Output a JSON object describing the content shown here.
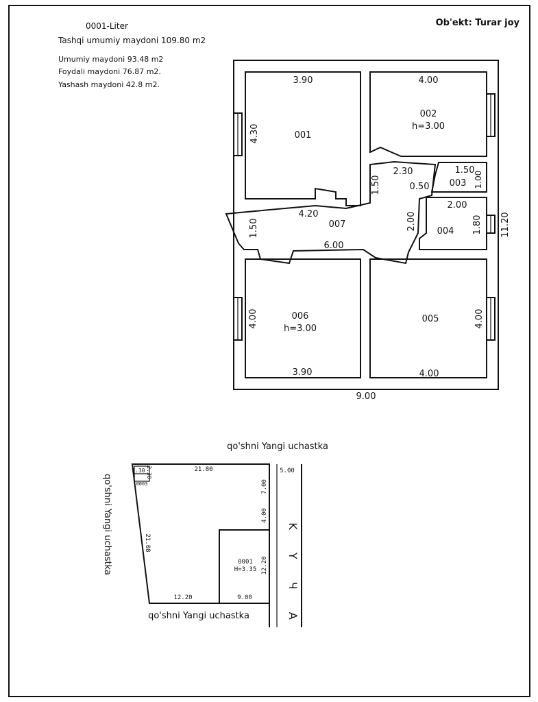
{
  "header": {
    "liter": "0001-Liter",
    "tashqi_area": "Tashqi  umumiy maydoni 109.80 m2",
    "umumiy_area": "Umumiy maydoni 93.48   m2",
    "foydali_area": "Foydali maydoni 76.87  m2.",
    "yashash_area": "Yashash maydoni 42.8 m2.",
    "object": "Ob'ekt: Turar joy"
  },
  "floor_plan": {
    "rooms": {
      "r001": {
        "id": "001",
        "width": "3.90",
        "height": "4.30",
        "extra": "4.20"
      },
      "r002": {
        "id": "002",
        "ceiling": "h=3.00",
        "width": "4.00"
      },
      "r003": {
        "id": "003",
        "width": "1.50",
        "height": "1.00",
        "small": "0.50"
      },
      "r004": {
        "id": "004",
        "width": "2.00",
        "height": "1.80"
      },
      "r005": {
        "id": "005",
        "width": "4.00",
        "height": "4.00"
      },
      "r006": {
        "id": "006",
        "ceiling": "h=3.00",
        "width": "3.90",
        "height": "4.00"
      },
      "r007": {
        "id": "007",
        "length": "6.00",
        "hall_left": "1.50"
      }
    },
    "corridor": {
      "d1": "2.30",
      "d2": "1.50",
      "d3": "2.00"
    },
    "total_width": "9.00",
    "total_height": "11.20"
  },
  "site_plan": {
    "neighbor_top": "qo'shni  Yangi  uchastka",
    "neighbor_left": "qo'shni  Yangi  uchastka",
    "neighbor_bottom": "qo'shni  Yangi  uchastka",
    "street": "K Y Ч A",
    "dims": {
      "top": "21.80",
      "left": "21.08",
      "bottom": "12.20",
      "right_top": "7.00",
      "right_mid": "4.00",
      "right_bldg": "12.20",
      "bldg_bottom": "9.00",
      "street_width": "5.00",
      "corner_a": "2.30",
      "corner_b": "2.30",
      "corner_id": "0003"
    },
    "building": {
      "id": "0001",
      "height": "H=3.35"
    }
  }
}
